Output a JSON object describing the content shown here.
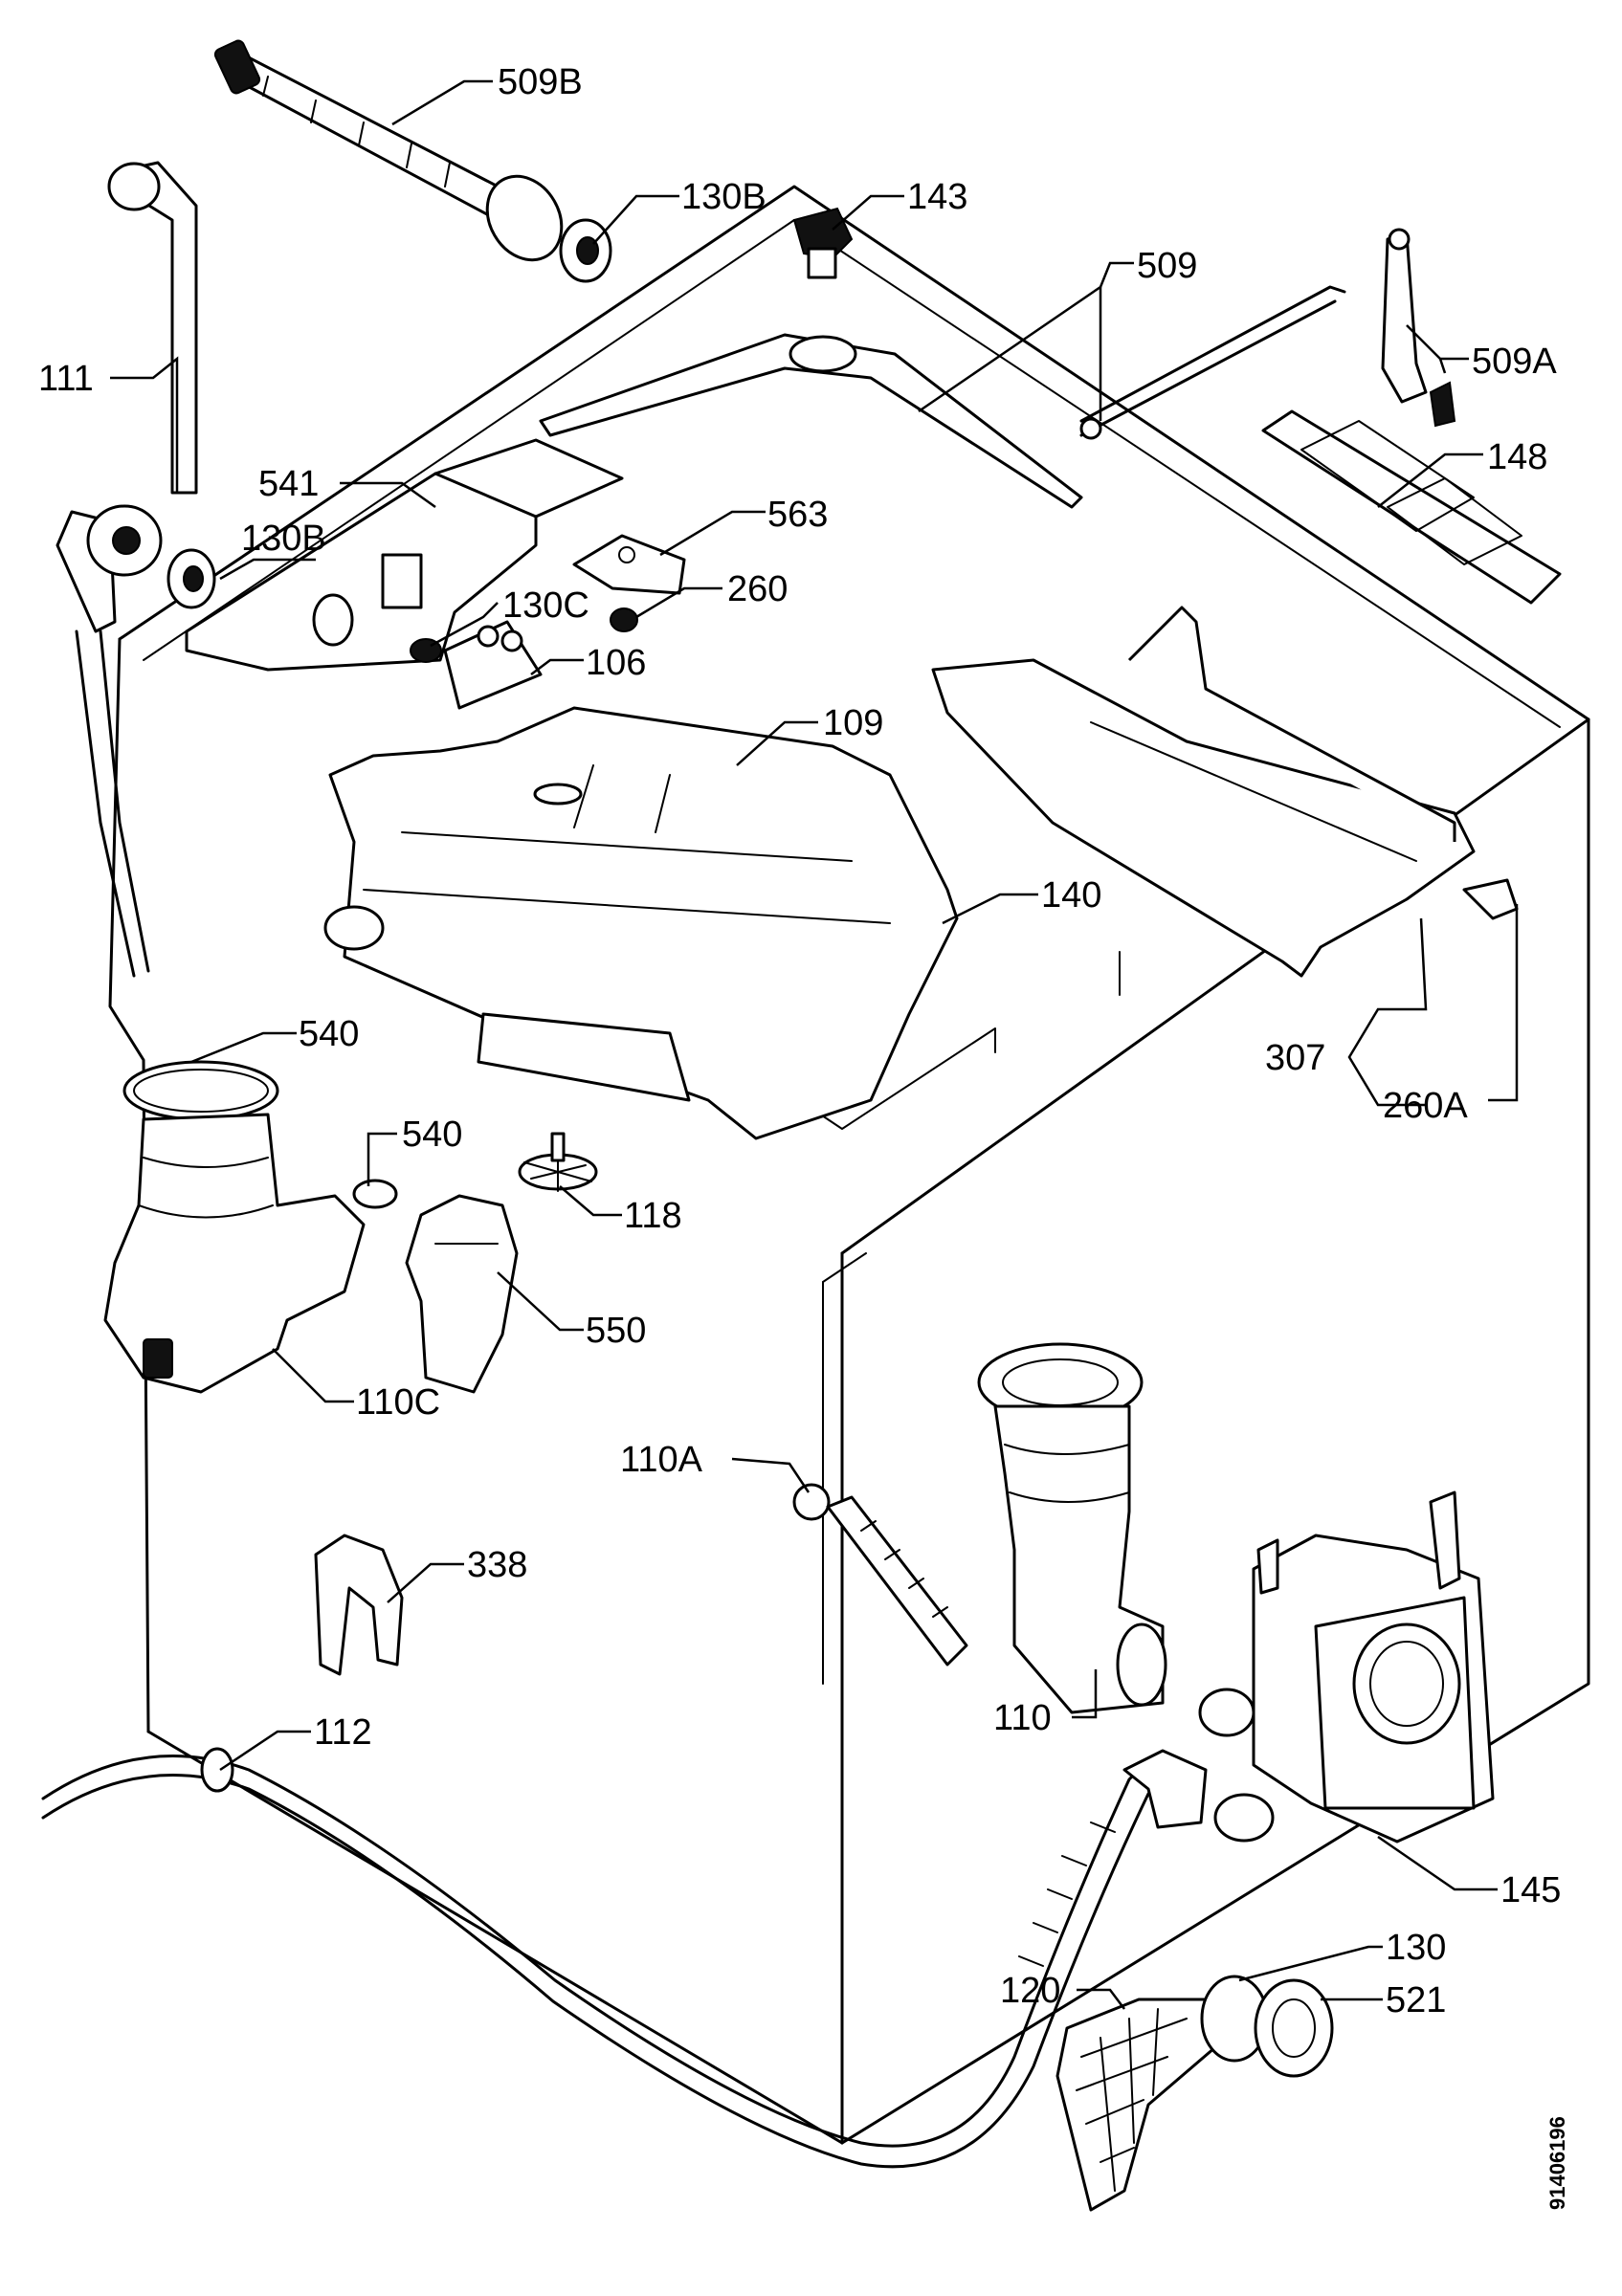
{
  "diagram": {
    "callouts": {
      "c509b": "509B",
      "c130b_top": "130B",
      "c143": "143",
      "c509": "509",
      "c111": "111",
      "c509a": "509A",
      "c541": "541",
      "c148": "148",
      "c563": "563",
      "c130b_left": "130B",
      "c260": "260",
      "c130c": "130C",
      "c106": "106",
      "c109": "109",
      "c140": "140",
      "c540_a": "540",
      "c307": "307",
      "c260a": "260A",
      "c540_b": "540",
      "c118": "118",
      "c550": "550",
      "c110c": "110C",
      "c110a": "110A",
      "c338": "338",
      "c110": "110",
      "c112": "112",
      "c145": "145",
      "c130": "130",
      "c120": "120",
      "c521": "521"
    },
    "document_number": "91406196"
  }
}
